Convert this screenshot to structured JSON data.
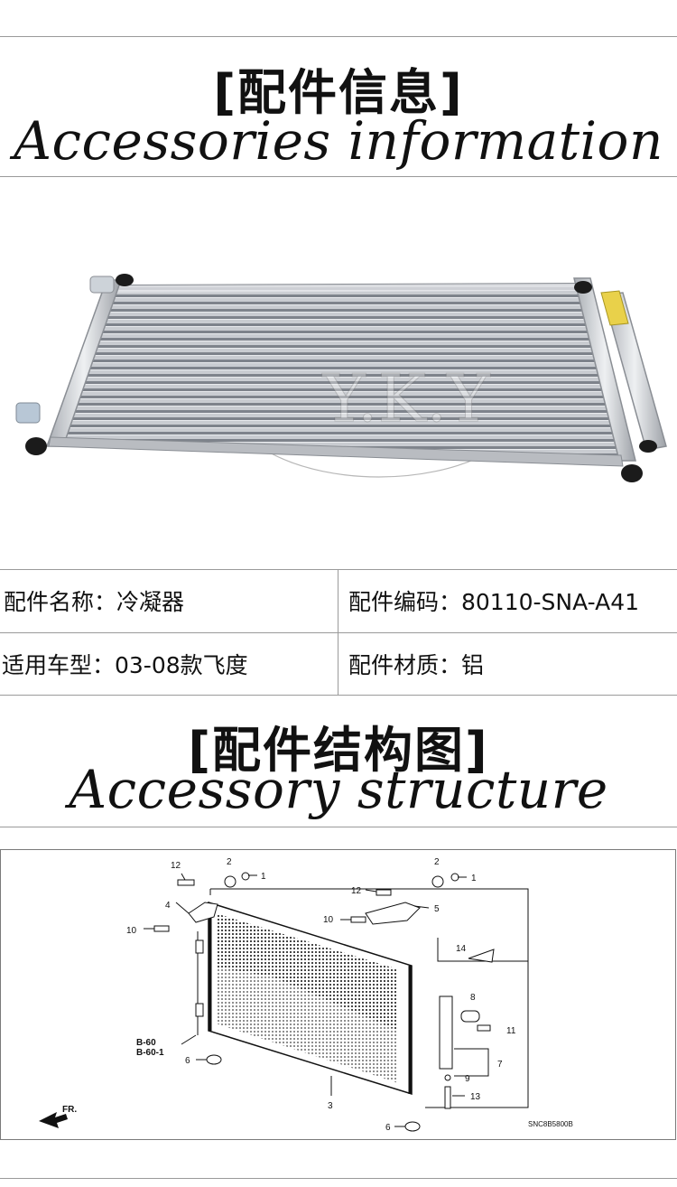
{
  "section1": {
    "title_cn": "[配件信息]",
    "title_en": "Accessories information"
  },
  "photo": {
    "watermark": "Y.K.Y"
  },
  "info": {
    "name": "配件名称：冷凝器",
    "code": "配件编码：80110-SNA-A41",
    "model": "适用车型：03-08款飞度",
    "material": "配件材质：铝"
  },
  "section2": {
    "title_cn": "[配件结构图]",
    "title_en": "Accessory structure"
  },
  "diagram": {
    "callouts": {
      "c12a": "12",
      "c2a": "2",
      "c1a": "1",
      "c4": "4",
      "c10a": "10",
      "c12b": "12",
      "c2b": "2",
      "c1b": "1",
      "c5": "5",
      "c10b": "10",
      "c14": "14",
      "c8": "8",
      "c11": "11",
      "c7": "7",
      "c9": "9",
      "c13": "13",
      "c6a": "6",
      "c3": "3",
      "c6b": "6"
    },
    "ref1": "B-60",
    "ref2": "B-60-1",
    "front": "FR.",
    "code": "SNC8B5800B"
  }
}
